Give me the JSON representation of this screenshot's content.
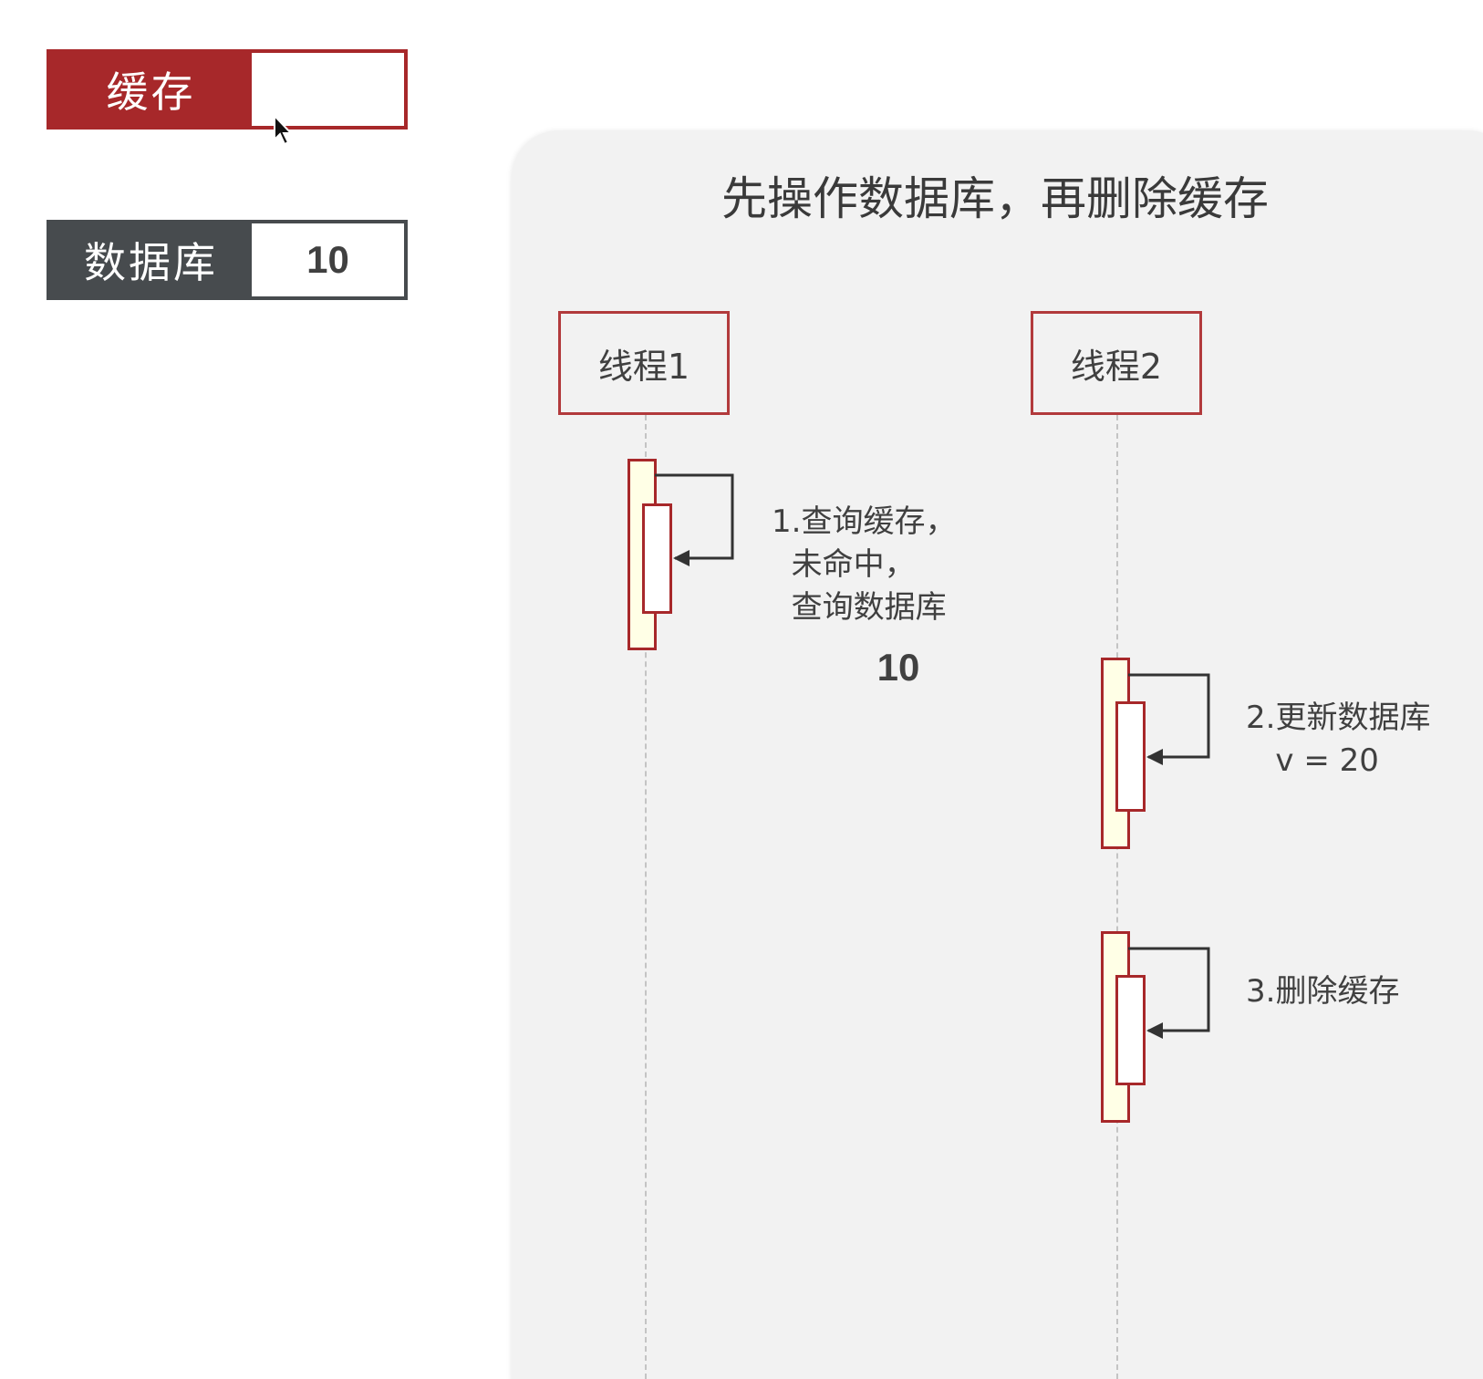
{
  "status": {
    "cache": {
      "label": "缓存",
      "value": ""
    },
    "database": {
      "label": "数据库",
      "value": "10"
    }
  },
  "diagram": {
    "title": "先操作数据库，再删除缓存",
    "participants": [
      {
        "label": "线程1"
      },
      {
        "label": "线程2"
      }
    ],
    "steps": [
      {
        "text": "1.查询缓存，\n  未命中，\n  查询数据库"
      },
      {
        "text": "2.更新数据库\n   v = 20"
      },
      {
        "text": "3.删除缓存"
      }
    ],
    "read_value": "10"
  },
  "colors": {
    "cache_accent": "#a7282a",
    "database_accent": "#474b4e",
    "panel_bg": "#f2f2f2",
    "activation_fill": "#ffffe6"
  }
}
